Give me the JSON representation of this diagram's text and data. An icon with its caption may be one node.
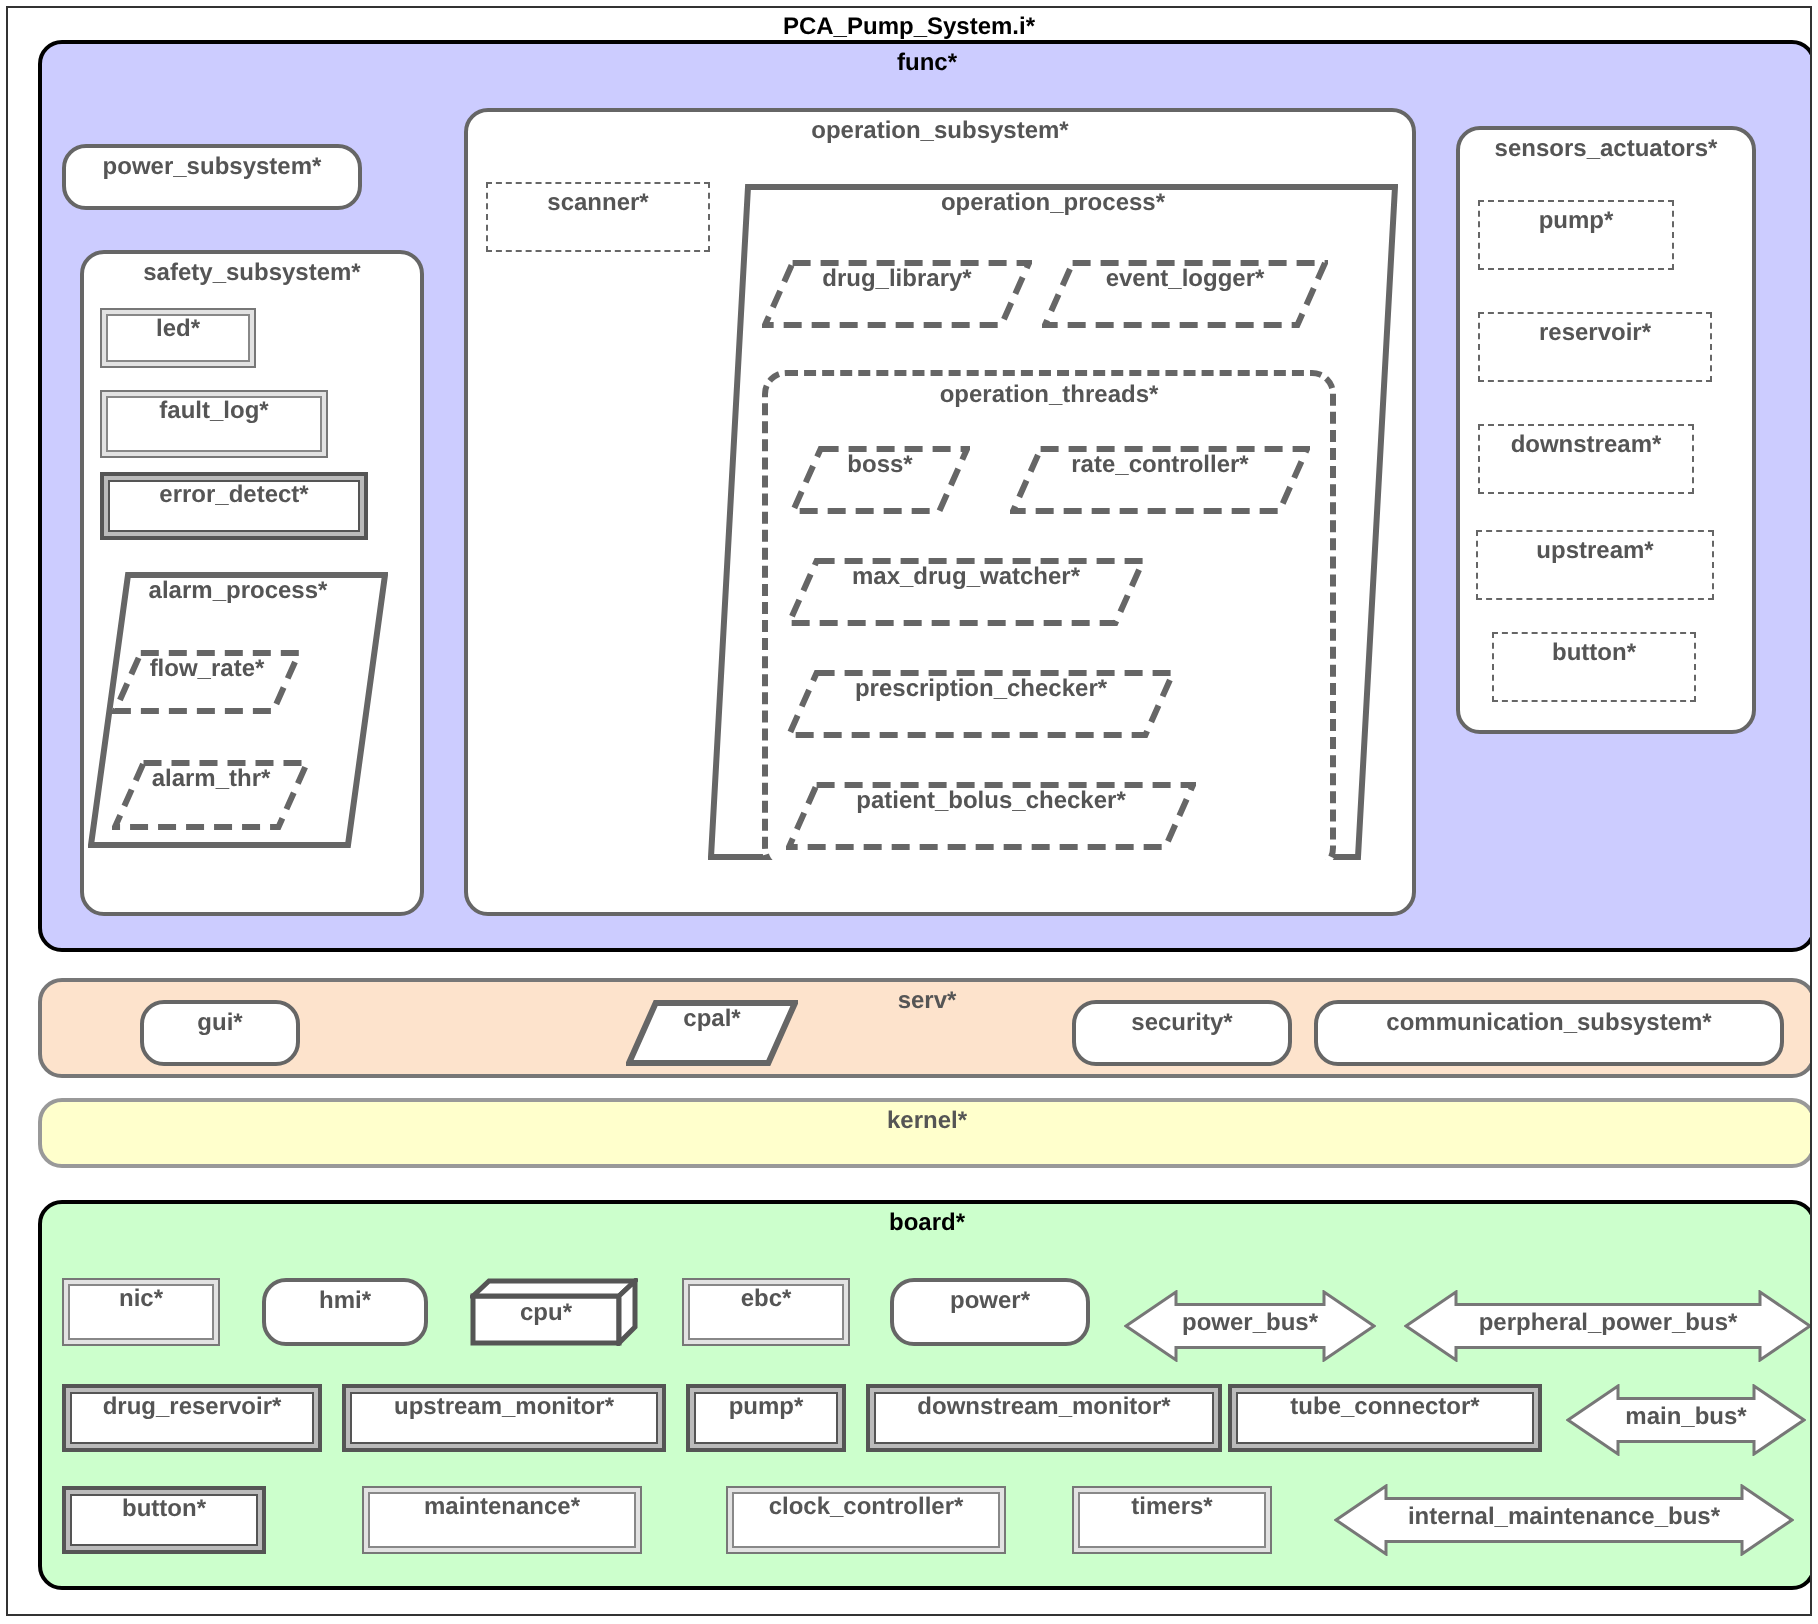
{
  "diagram": {
    "nodes": [
      {
        "text": [
          "PCA_Pump_System.i*"
        ]
      },
      {
        "text": [
          "func*"
        ],
        "in": 0
      },
      {
        "text": [
          "power_subsystem*"
        ],
        "in": 1
      },
      {
        "text": [
          "safety_subsystem*"
        ],
        "in": 1
      },
      {
        "text": [
          "led*"
        ],
        "in": 3
      },
      {
        "text": [
          "fault_log*"
        ],
        "in": 3
      },
      {
        "text": [
          "error_detect*"
        ],
        "in": 3
      },
      {
        "text": [
          "alarm_process*"
        ],
        "in": 3
      },
      {
        "text": [
          "flow_rate*"
        ],
        "in": 7
      },
      {
        "text": [
          "alarm_thr*"
        ],
        "in": 7
      },
      {
        "text": [
          "operation_subsystem*"
        ],
        "in": 1
      },
      {
        "text": [
          "scanner*"
        ],
        "in": 10
      },
      {
        "text": [
          "operation_process*"
        ],
        "in": 10
      },
      {
        "text": [
          "drug_library*"
        ],
        "in": 12
      },
      {
        "text": [
          "event_logger*"
        ],
        "in": 12
      },
      {
        "text": [
          "operation_threads*"
        ],
        "in": 12
      },
      {
        "text": [
          "boss*"
        ],
        "in": 15
      },
      {
        "text": [
          "rate_controller*"
        ],
        "in": 15
      },
      {
        "text": [
          "max_drug_watcher*"
        ],
        "in": 15
      },
      {
        "text": [
          "prescription_checker*"
        ],
        "in": 15
      },
      {
        "text": [
          "patient_bolus_checker*"
        ],
        "in": 15
      },
      {
        "text": [
          "sensors_actuators*"
        ],
        "in": 1
      },
      {
        "text": [
          "pump*"
        ],
        "in": 21
      },
      {
        "text": [
          "reservoir*"
        ],
        "in": 21
      },
      {
        "text": [
          "downstream*"
        ],
        "in": 21
      },
      {
        "text": [
          "upstream*"
        ],
        "in": 21
      },
      {
        "text": [
          "button*"
        ],
        "in": 21
      },
      {
        "text": [
          "serv*"
        ],
        "in": 0
      },
      {
        "text": [
          "gui*"
        ],
        "in": 27
      },
      {
        "text": [
          "cpal*"
        ],
        "in": 27
      },
      {
        "text": [
          "security*"
        ],
        "in": 27
      },
      {
        "text": [
          "communication_subsystem*"
        ],
        "in": 27
      },
      {
        "text": [
          "kernel*"
        ],
        "in": 0
      },
      {
        "text": [
          "board*"
        ],
        "in": 0
      },
      {
        "text": [
          "nic*"
        ],
        "in": 33
      },
      {
        "text": [
          "hmi*"
        ],
        "in": 33
      },
      {
        "text": [
          "cpu*"
        ],
        "in": 33
      },
      {
        "text": [
          "ebc*"
        ],
        "in": 33
      },
      {
        "text": [
          "power*"
        ],
        "in": 33
      },
      {
        "text": [
          "power_bus*"
        ],
        "in": 33
      },
      {
        "text": [
          "perpheral_power_bus*"
        ],
        "in": 33
      },
      {
        "text": [
          "drug_reservoir*"
        ],
        "in": 33
      },
      {
        "text": [
          "upstream_monitor*"
        ],
        "in": 33
      },
      {
        "text": [
          "pump*"
        ],
        "in": 33
      },
      {
        "text": [
          "downstream_monitor*"
        ],
        "in": 33
      },
      {
        "text": [
          "tube_connector*"
        ],
        "in": 33
      },
      {
        "text": [
          "main_bus*"
        ],
        "in": 33
      },
      {
        "text": [
          "button*"
        ],
        "in": 33
      },
      {
        "text": [
          "maintenance*"
        ],
        "in": 33
      },
      {
        "text": [
          "clock_controller*"
        ],
        "in": 33
      },
      {
        "text": [
          "timers*"
        ],
        "in": 33
      },
      {
        "text": [
          "internal_maintenance_bus*"
        ],
        "in": 33
      }
    ]
  }
}
